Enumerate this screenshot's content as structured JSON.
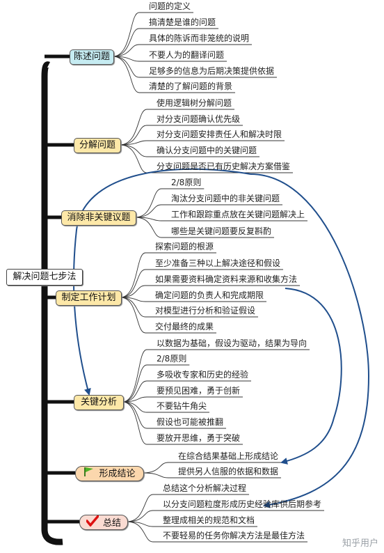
{
  "root": "解决问题七步法",
  "branches": [
    {
      "label": "陈述问题",
      "items": [
        "问题的定义",
        "搞清楚是谁的问题",
        "具体的陈诉而非笼统的说明",
        "不要人为的翻译问题",
        "足够多的信息为后期决策提供依据",
        "清楚的了解问题的背景"
      ]
    },
    {
      "label": "分解问题",
      "items": [
        "使用逻辑树分解问题",
        "对分支问题确认优先级",
        "对分支问题安排责任人和解决时限",
        "确认分支问题中的关键问题",
        "分支问题是否已有历史解决方案借鉴"
      ]
    },
    {
      "label": "消除非关键议题",
      "items": [
        "2/8原则",
        "淘汰分支问题中的非关键问题",
        "工作和跟踪重点放在关键问题解决上",
        "哪些是关键问题要反复斟酌"
      ]
    },
    {
      "label": "制定工作计划",
      "items": [
        "探索问题的根源",
        "至少准备三种以上解决途径和假设",
        "如果需要资料确定资料来源和收集方法",
        "确定问题的负责人和完成期限",
        "对模型进行分析和验证假设",
        "交付最终的成果"
      ]
    },
    {
      "label": "关键分析",
      "items": [
        "以数据为基础，假设为驱动，结果为导向",
        "2/8原则",
        "多吸收专家和历史的经验",
        "要预见困难，勇于创新",
        "不要钻牛角尖",
        "假设也可能被推翻",
        "要放开思维，勇于突破"
      ]
    },
    {
      "label": "形成结论",
      "items": [
        "在综合结果基础上形成结论",
        "提供另人信服的依据和数据"
      ]
    },
    {
      "label": "总结",
      "items": [
        "总结这个分析解决过程",
        "以分支问题粒度形成历史经验库供后期参考",
        "整理成相关的规范和文档",
        "不要轻易的任务你解决方法是最佳方法"
      ]
    }
  ],
  "watermark": "知乎用户",
  "colors": {
    "trunk": "#111111",
    "arrow": "#1f4e8c",
    "edge": "#333333"
  }
}
